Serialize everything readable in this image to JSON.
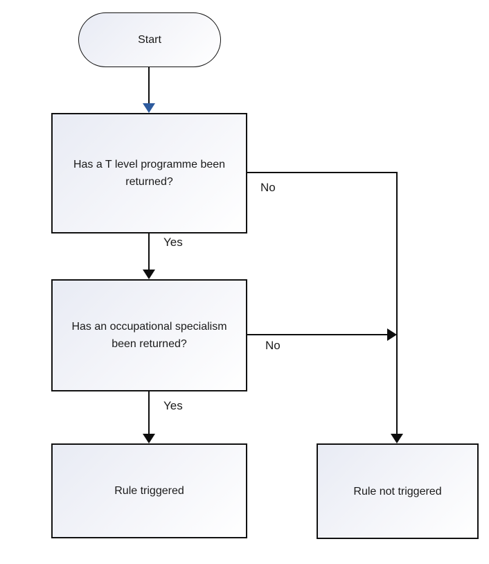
{
  "nodes": {
    "start": {
      "label": "Start",
      "shape": "terminator"
    },
    "q_tlevel": {
      "label": "Has a T level programme been returned?",
      "shape": "process"
    },
    "q_specialism": {
      "label": "Has an occupational specialism been returned?",
      "shape": "process"
    },
    "rule_triggered": {
      "label": "Rule triggered",
      "shape": "process"
    },
    "rule_not_triggered": {
      "label": "Rule not triggered",
      "shape": "process"
    }
  },
  "edges": {
    "q_tlevel_yes": "Yes",
    "q_tlevel_no": "No",
    "q_specialism_yes": "Yes",
    "q_specialism_no": "No"
  },
  "colors": {
    "background": "#ffffff",
    "node_border": "#111111",
    "node_fill_shade": "#e8ebf4",
    "node_fill_light": "#ffffff",
    "connector_line": "#0d0d0d",
    "accent_arrowhead_blue": "#2e5b9e",
    "text": "#1a1a1a"
  }
}
